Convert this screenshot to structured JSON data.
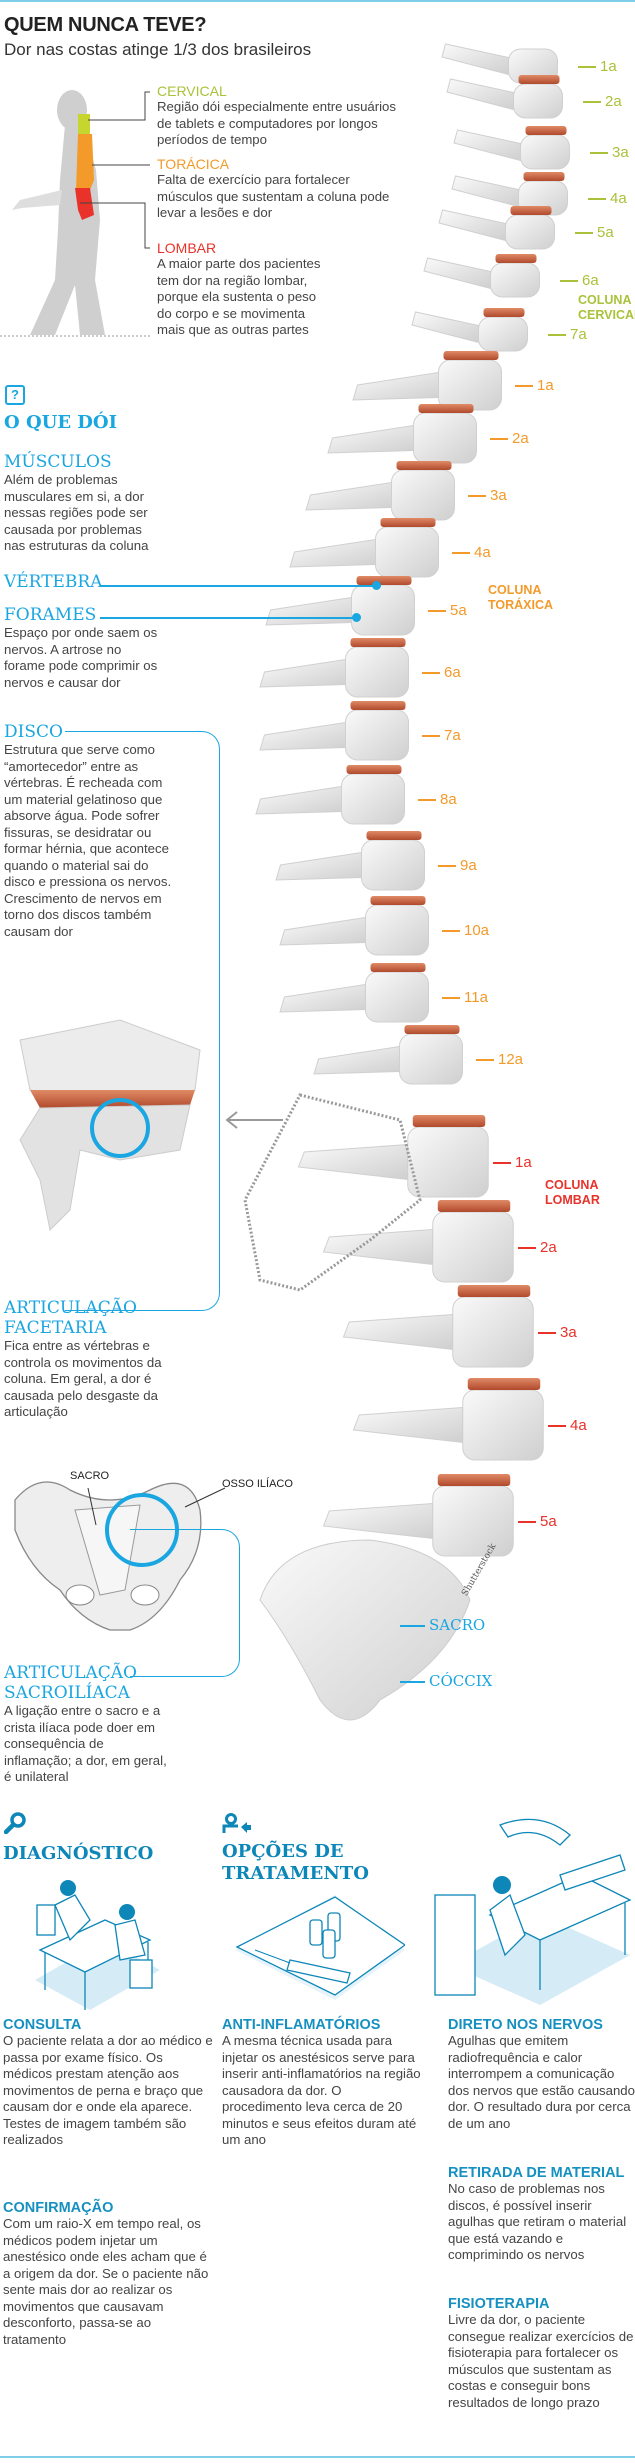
{
  "header": {
    "title": "QUEM NUNCA TEVE?",
    "subtitle": "Dor nas costas atinge 1/3 dos brasileiros"
  },
  "regions": [
    {
      "name": "CERVICAL",
      "text": "Região dói especialmente entre usuários de tablets e computadores por longos períodos de tempo",
      "color": "#a9c23a"
    },
    {
      "name": "TORÁCICA",
      "text": "Falta de exercício para fortalecer músculos que sustentam a coluna pode levar a lesões e dor",
      "color": "#f39a2a"
    },
    {
      "name": "LOMBAR",
      "text": "A maior parte dos pacientes tem dor na região lombar, porque ela sustenta o peso do corpo e se movimenta mais que as outras partes",
      "color": "#e8322a"
    }
  ],
  "oque": {
    "title": "O QUE DÓI",
    "icon": "question-icon",
    "musculos": {
      "title": "MÚSCULOS",
      "text": "Além de problemas musculares em si, a dor nessas regiões pode ser causada por problemas nas estruturas da coluna"
    },
    "vertebra": {
      "title": "VÉRTEBRA"
    },
    "forames": {
      "title": "FORAMES",
      "text": "Espaço por onde saem os nervos. A artrose no forame pode comprimir os nervos e causar dor"
    },
    "disco": {
      "title": "DISCO",
      "text": "Estrutura que serve como “amortecedor” entre as vértebras. É recheada com um material gelatinoso que absorve água. Pode sofrer fissuras, se desidratar ou formar hérnia, que acontece quando o material sai do disco e pressiona os nervos. Crescimento de nervos em torno dos discos também causam dor"
    },
    "facetaria": {
      "title1": "ARTICULAÇÃO",
      "title2": "FACETARIA",
      "text": "Fica entre as vértebras e controla os movimentos da coluna. Em geral, a dor é causada pelo desgaste da articulação"
    },
    "pelvis": {
      "sacro": "SACRO",
      "osso": "OSSO ILÍACO"
    },
    "sacroiliaca": {
      "title1": "ARTICULAÇÃO",
      "title2": "SACROILÍACA",
      "text": "A ligação entre o sacro e a crista ilíaca pode doer em consequência de inflamação; a dor, em geral, é unilateral"
    }
  },
  "spine": {
    "cervical": [
      "1a",
      "2a",
      "3a",
      "4a",
      "5a",
      "6a",
      "7a"
    ],
    "cervical_label": "COLUNA CERVICAL",
    "toracica": [
      "1a",
      "2a",
      "3a",
      "4a",
      "5a",
      "6a",
      "7a",
      "8a",
      "9a",
      "10a",
      "11a",
      "12a"
    ],
    "toracica_label": "COLUNA TORÁXICA",
    "lombar": [
      "1a",
      "2a",
      "3a",
      "4a",
      "5a"
    ],
    "lombar_label": "COLUNA LOMBAR",
    "sacro": "SACRO",
    "coccix": "CÓCCIX",
    "watermark": "Shutterstock",
    "disc_color": "#c8603e",
    "bone_color": "#e6e6e6"
  },
  "diagnostico": {
    "title": "DIAGNÓSTICO",
    "icon": "magnifier-icon",
    "items": [
      {
        "title": "CONSULTA",
        "text": "O paciente relata a dor ao médico e passa por exame físico. Os médicos prestam atenção aos movimentos de perna e braço que causam dor e onde ela aparece. Testes de imagem também são realizados"
      },
      {
        "title": "CONFIRMAÇÃO",
        "text": "Com um raio-X em tempo real, os médicos podem injetar um anestésico onde eles acham que é a origem da dor. Se o paciente não sente mais dor ao realizar os movimentos que causavam desconforto, passa-se ao tratamento"
      }
    ]
  },
  "tratamento": {
    "title1": "OPÇÕES DE",
    "title2": "TRATAMENTO",
    "icon": "patient-arrow-icon",
    "items": [
      {
        "title": "ANTI-INFLAMATÓRIOS",
        "text": "A mesma técnica usada para injetar os anestésicos serve para inserir anti-inflamatórios na região causadora da dor. O procedimento leva cerca de 20 minutos e seus efeitos duram até um ano"
      }
    ]
  },
  "terceira": {
    "items": [
      {
        "title": "DIRETO NOS NERVOS",
        "text": "Agulhas que emitem radiofrequência e calor interrompem a comunicação dos nervos que estão causando dor. O resultado dura por cerca de um ano"
      },
      {
        "title": "RETIRADA DE MATERIAL",
        "text": "No caso de problemas nos discos, é possível inserir agulhas que retiram o material que está vazando e comprimindo os nervos"
      },
      {
        "title": "FISIOTERAPIA",
        "text": "Livre da dor, o paciente consegue realizar exercícios de fisioterapia para fortalecer os músculos que sustentam as costas e conseguir bons resultados de longo prazo"
      }
    ]
  }
}
